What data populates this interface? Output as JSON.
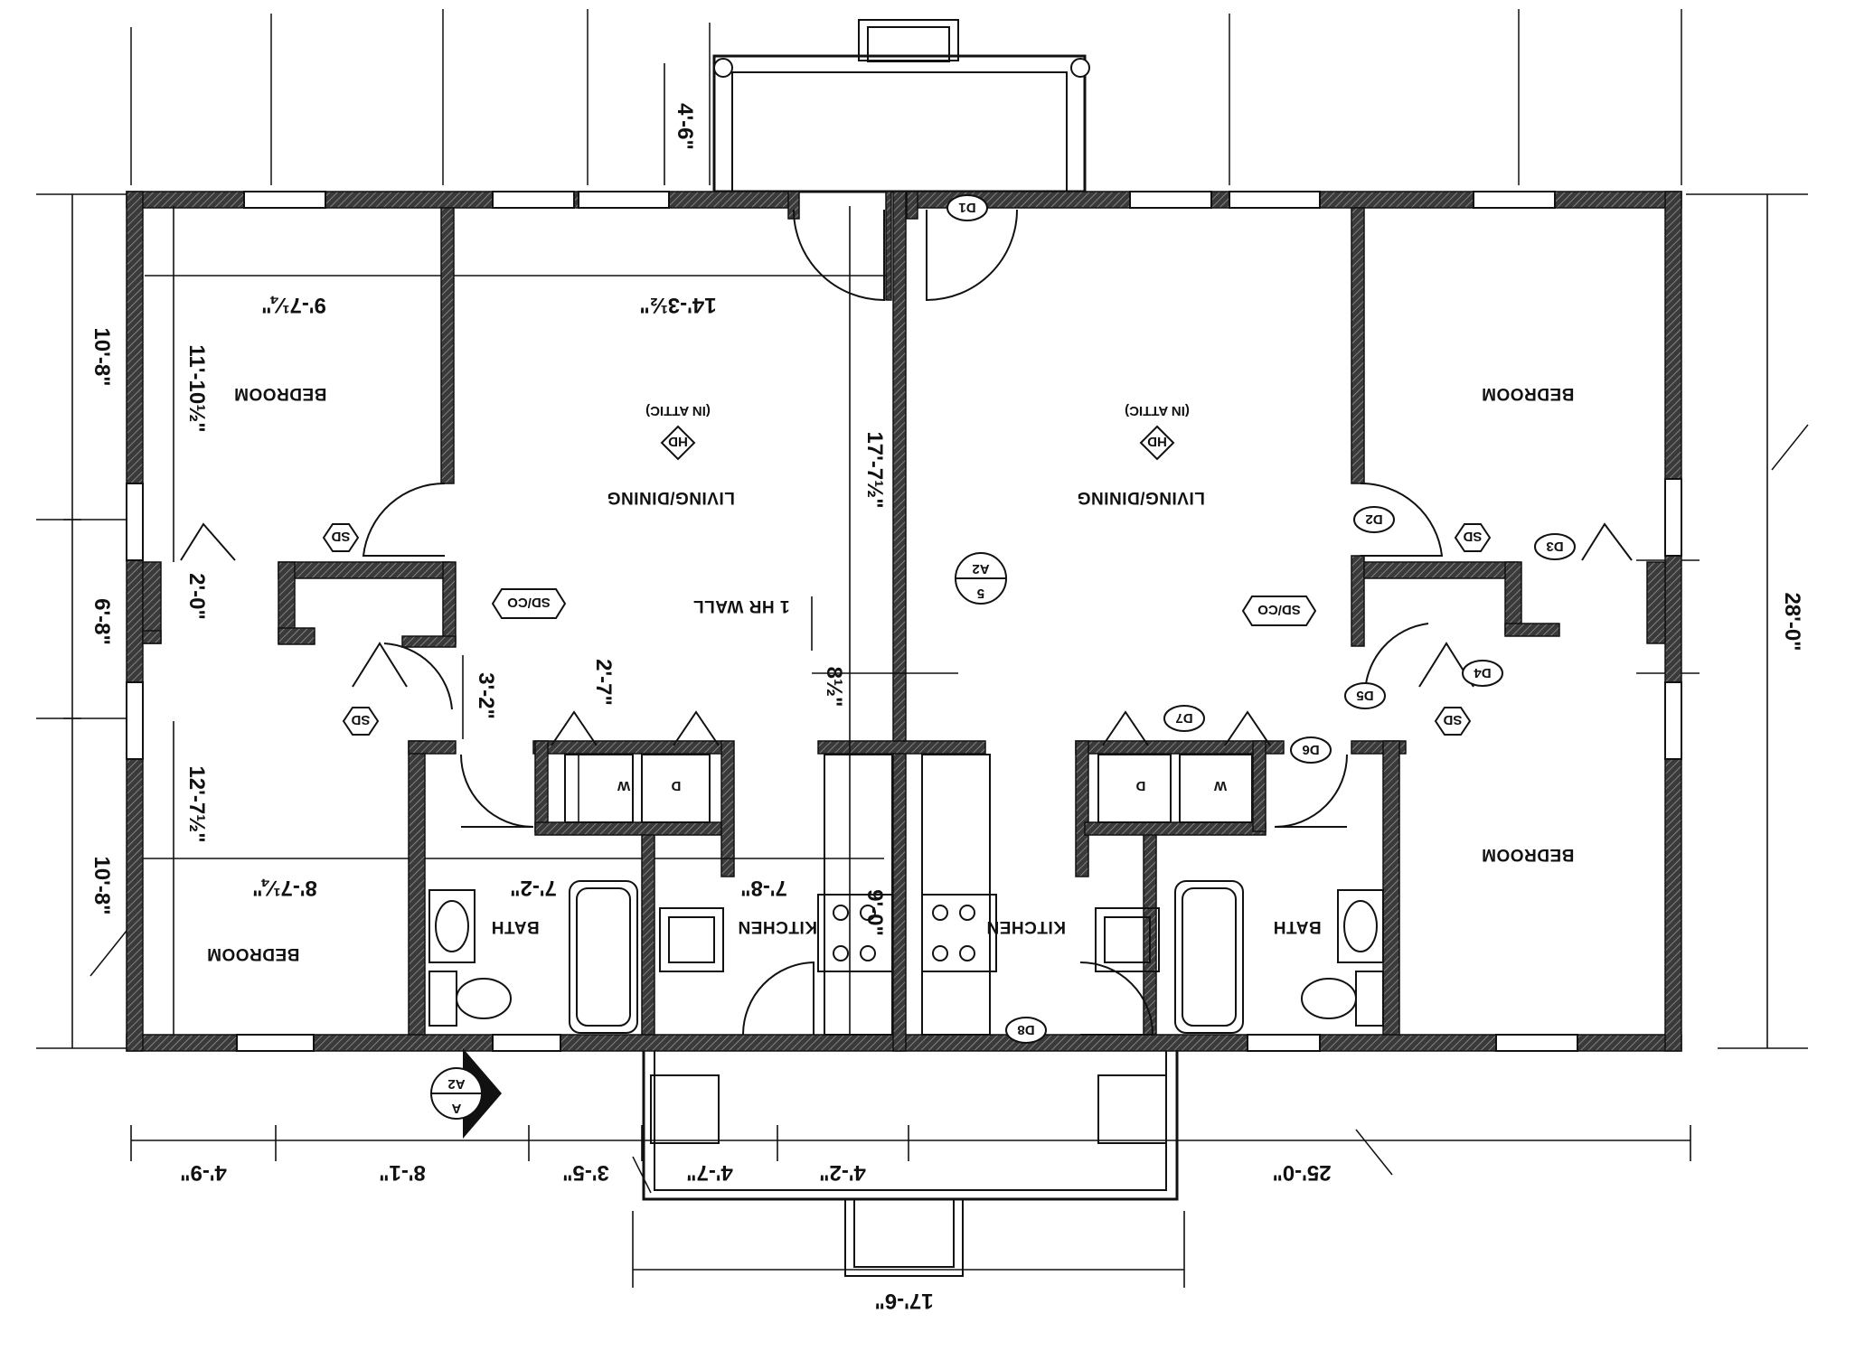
{
  "colors": {
    "wall": "#2f2f2f",
    "hatch": "#777777",
    "line": "#111111",
    "paper": "#ffffff"
  },
  "plan": {
    "rooms": {
      "bedroom_tl": "BEDROOM",
      "bedroom_bl": "BEDROOM",
      "bedroom_tr": "BEDROOM",
      "bedroom_br": "BEDROOM",
      "living_left": "LIVING/DINING",
      "living_right": "LIVING/DINING",
      "in_attic_left": "(IN ATTIC)",
      "in_attic_right": "(IN ATTIC)",
      "bath_left": "BATH",
      "bath_right": "BATH",
      "kitchen_left": "KITCHEN",
      "kitchen_right": "KITCHEN",
      "hr_wall": "1 HR WALL"
    },
    "appliances": {
      "washer": "W",
      "dryer": "D"
    },
    "tags": {
      "hd": "HD",
      "sd": "SD",
      "sdco": "SD/CO",
      "doors": [
        "D1",
        "D2",
        "D3",
        "D4",
        "D5",
        "D6",
        "D7",
        "D8"
      ],
      "section_a_num": "5",
      "section_a_sheet": "A2",
      "section_b_letter": "A",
      "section_b_sheet": "A2"
    },
    "dimensions": {
      "left_top": "10'-8\"",
      "left_mid": "6'-8\"",
      "left_bot": "10'-8\"",
      "right_total": "28'-0\"",
      "porch_depth": "4'-6\"",
      "bed_tl_w": "9'-7¼\"",
      "bed_tl_h": "11'-10½\"",
      "living_w": "14'-3½\"",
      "living_h": "17'-7½\"",
      "hall_w": "2'-0\"",
      "closet_h": "3'-2\"",
      "laundry_h": "2'-7\"",
      "wall_thk": "8½\"",
      "bed_bl_h": "12'-7½\"",
      "bed_bl_w": "8'-7¼\"",
      "bath_w": "7'-2\"",
      "kitchen_w": "7'-8\"",
      "kitchen_h": "9'-0\"",
      "bot_1": "4'-9\"",
      "bot_2": "8'-1\"",
      "bot_3": "3'-5\"",
      "bot_4": "4'-7\"",
      "bot_5": "4'-2\"",
      "bot_6": "25'-0\"",
      "porch_width": "17'-6\""
    }
  }
}
